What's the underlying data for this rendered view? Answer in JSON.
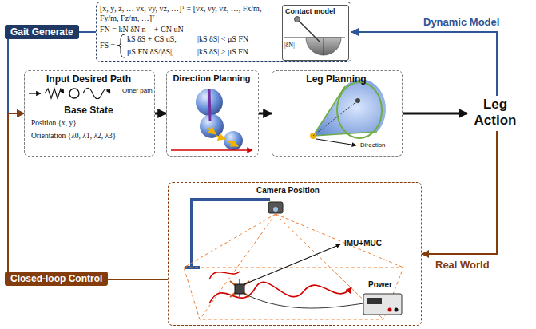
{
  "diagram": {
    "nodes": [
      {
        "text": [
          "[ẋ, ẏ, ż, … v̇x, v̇y, v̇z, …]ᵀ = [vx, vy, vz, …, Fx/m, Fy/m, Fz/m, …]ᵀ",
          "FN = kN δN n⃗ + CN uN",
          "FS =",
          "kS δS + CS uS,",
          "|kS δS| < μS FN",
          "μS FN δS/|δS|,",
          "|kS δS| ≥ μS FN"
        ]
      },
      {
        "text": [
          "Contact model"
        ],
        "in": 0
      },
      {
        "text": [
          "Input Desired Path",
          "Other path",
          "Base State",
          "Position {x, y}",
          "Orientation {λ0, λ1, λ2, λ3}"
        ]
      },
      {
        "text": [
          "Direction Planning"
        ]
      },
      {
        "text": [
          "Leg Planning",
          "Direction"
        ]
      },
      {
        "text": [
          "Leg Action"
        ]
      },
      {
        "text": [
          "Camera Position",
          "IMU+MUC",
          "Power"
        ]
      }
    ],
    "edges": [
      {
        "from": 2,
        "to": 3,
        "arrow": "to"
      },
      {
        "from": 3,
        "to": 4,
        "arrow": "to"
      },
      {
        "from": 4,
        "to": 5,
        "arrow": "to"
      },
      {
        "from": 5,
        "to": 0,
        "label": "Dynamic Model",
        "arrow": "to"
      },
      {
        "from": 5,
        "to": 6,
        "label": "Real World",
        "arrow": "to"
      },
      {
        "from": 0,
        "to": 2,
        "label": "Gait Generate",
        "arrow": "to"
      },
      {
        "from": 6,
        "to": 2,
        "label": "Closed-loop Control",
        "arrow": "to"
      }
    ],
    "labels": [
      "|δN|"
    ]
  }
}
